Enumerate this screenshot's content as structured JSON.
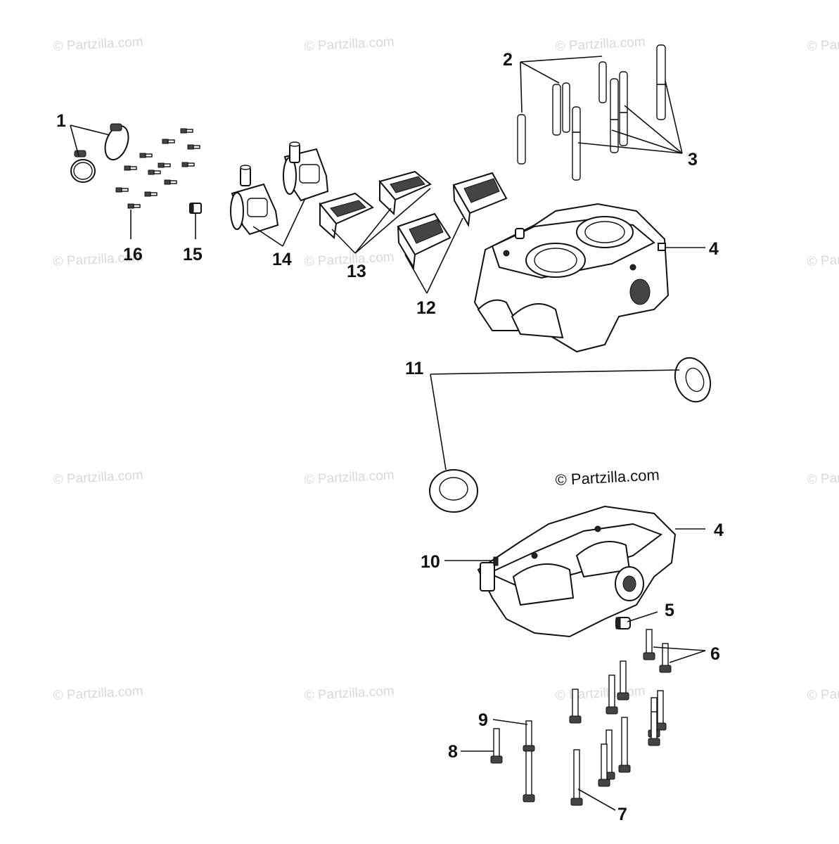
{
  "watermark": "© Partzilla.com",
  "watermark_main": "© Partzilla.com",
  "callouts": [
    "1",
    "2",
    "3",
    "4",
    "4",
    "5",
    "6",
    "7",
    "8",
    "9",
    "10",
    "11",
    "12",
    "13",
    "14",
    "15",
    "16"
  ]
}
